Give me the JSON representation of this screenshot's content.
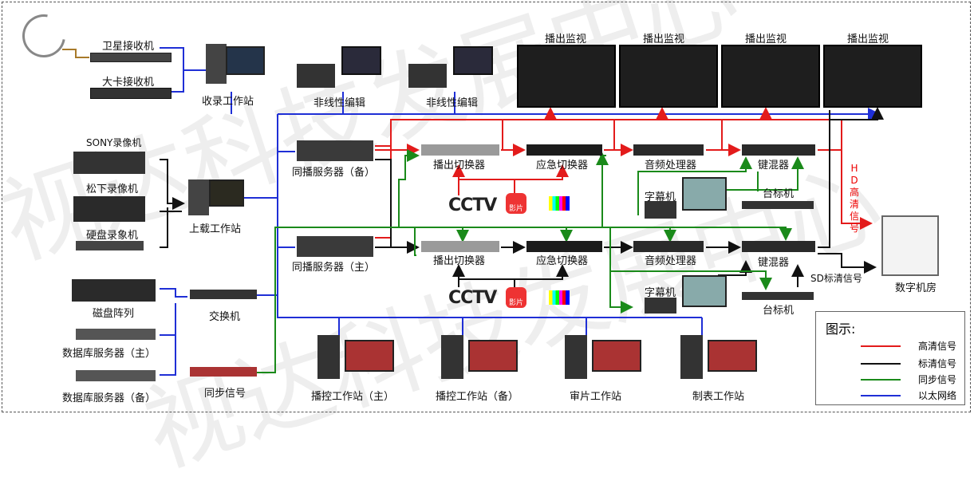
{
  "diagram": {
    "watermark": "视达科技发展中心",
    "labels": {
      "satellite_receiver": "卫星接收机",
      "dacard_receiver": "大卡接收机",
      "ingest_workstation": "收录工作站",
      "nle_1": "非线性编辑",
      "nle_2": "非线性编辑",
      "playout_monitor_1": "播出监视",
      "playout_monitor_2": "播出监视",
      "playout_monitor_3": "播出监视",
      "playout_monitor_4": "播出监视",
      "sony_vtr": "SONY录像机",
      "panasonic_vtr": "松下录像机",
      "hdd_recorder": "硬盘录象机",
      "upload_workstation": "上载工作站",
      "server_backup": "同播服务器（备）",
      "server_main": "同播服务器（主）",
      "playout_switcher_1": "播出切换器",
      "playout_switcher_2": "播出切换器",
      "emergency_switcher_1": "应急切换器",
      "emergency_switcher_2": "应急切换器",
      "audio_processor_1": "音频处理器",
      "audio_processor_2": "音频处理器",
      "keyer_1": "键混器",
      "keyer_2": "键混器",
      "caption_1": "字幕机",
      "caption_2": "字幕机",
      "logo_1": "台标机",
      "logo_2": "台标机",
      "hd_signal_vertical": "HD高清信号",
      "sd_signal": "SD标清信号",
      "digital_room": "数字机房",
      "disk_array": "磁盘阵列",
      "db_server_main": "数据库服务器（主）",
      "db_server_backup": "数据库服务器（备）",
      "switch": "交换机",
      "sync_signal": "同步信号",
      "control_ws_main": "播控工作站（主）",
      "control_ws_backup": "播控工作站（备）",
      "review_ws": "审片工作站",
      "schedule_ws": "制表工作站",
      "cctv_logo_1": "CCTV",
      "cctv_logo_2": "CCTV",
      "film_badge_1": "影片",
      "film_badge_2": "影片"
    },
    "legend": {
      "title": "图示:",
      "items": [
        {
          "label": "高清信号",
          "color": "#e31b1b"
        },
        {
          "label": "标清信号",
          "color": "#111111"
        },
        {
          "label": "同步信号",
          "color": "#1a8a1a"
        },
        {
          "label": "以太网络",
          "color": "#1f2fd6"
        }
      ]
    },
    "colors": {
      "hd": "#e31b1b",
      "sd": "#111111",
      "sync": "#1a8a1a",
      "net": "#1f2fd6",
      "satellite_feed": "#a87a2a"
    }
  }
}
